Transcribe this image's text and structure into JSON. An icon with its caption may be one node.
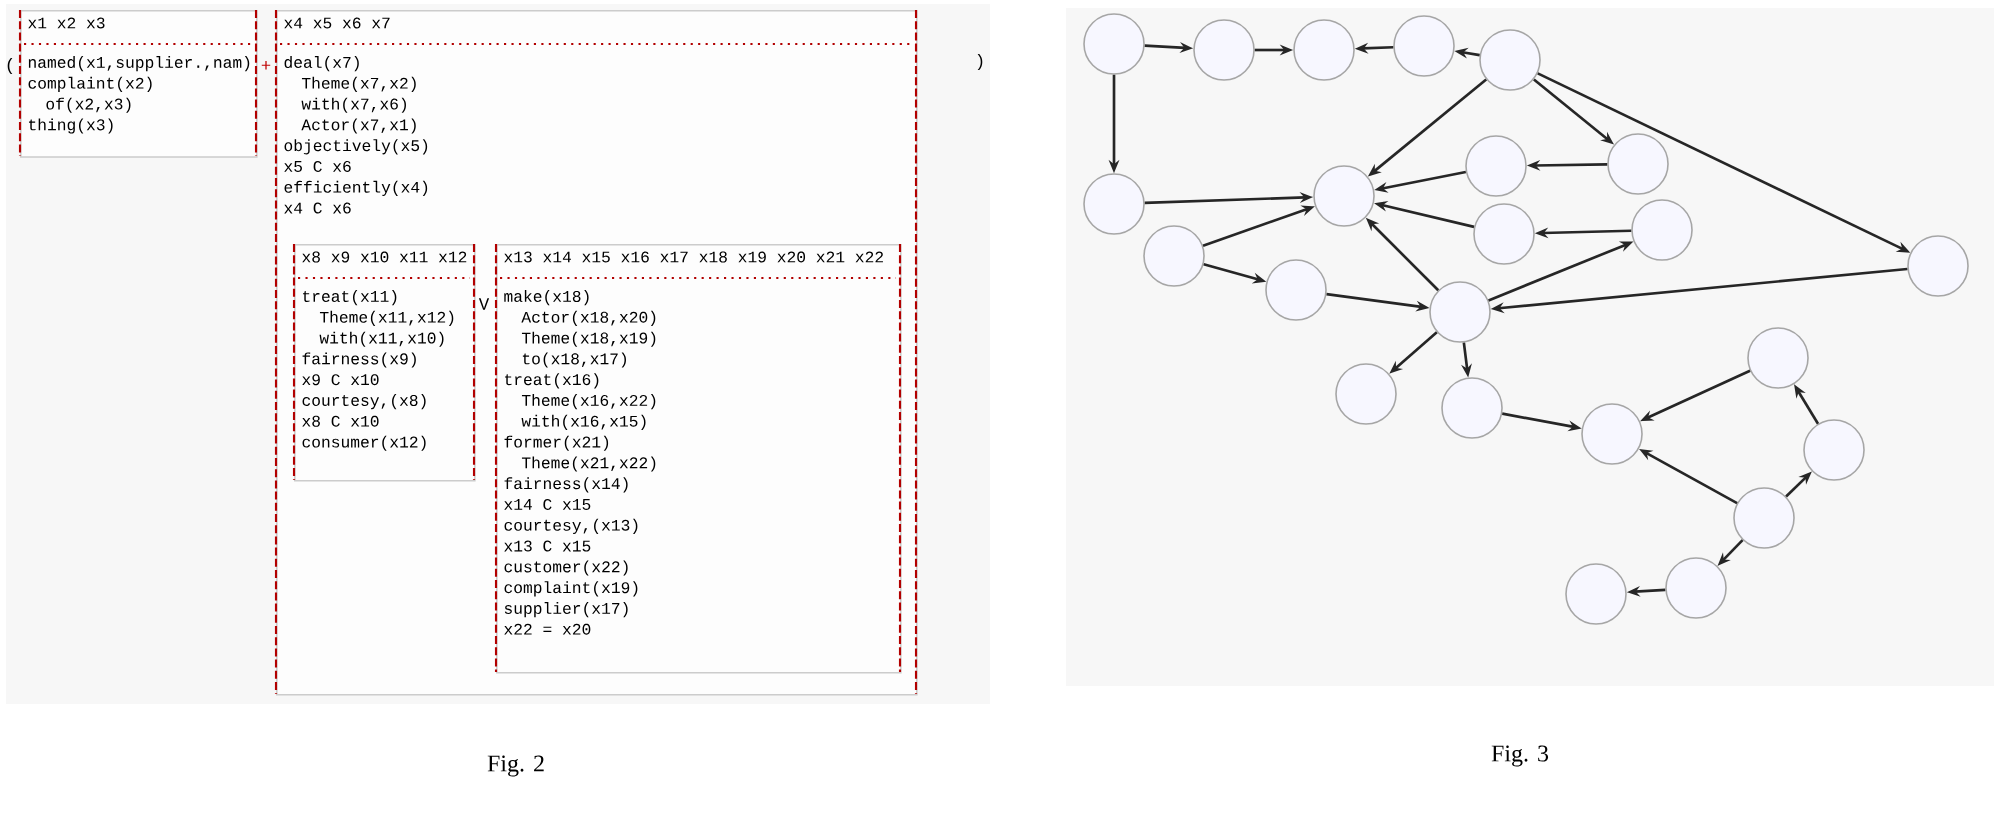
{
  "diagram": {
    "nodes": [
      {
        "text": [
          "x1 x2 x3",
          "named(x1,supplier.,nam)",
          "complaint(x2)",
          "of(x2,x3)",
          "thing(x3)"
        ]
      },
      {
        "text": [
          "x4 x5 x6 x7",
          "deal(x7)",
          "Theme(x7,x2)",
          "with(x7,x6)",
          "Actor(x7,x1)",
          "objectively(x5)",
          "x5 C x6",
          "efficiently(x4)",
          "x4 C x6"
        ]
      },
      {
        "text": [
          "x8 x9 x10 x11 x12",
          "treat(x11)",
          "Theme(x11,x12)",
          "with(x11,x10)",
          "fairness(x9)",
          "x9 C x10",
          "courtesy,(x8)",
          "x8 C x10",
          "consumer(x12)"
        ],
        "in": 1
      },
      {
        "text": [
          "x13 x14 x15 x16 x17 x18 x19 x20 x21 x22",
          "make(x18)",
          "Actor(x18,x20)",
          "Theme(x18,x19)",
          "to(x18,x17)",
          "treat(x16)",
          "Theme(x16,x22)",
          "with(x16,x15)",
          "former(x21)",
          "Theme(x21,x22)",
          "fairness(x14)",
          "x14 C x15",
          "courtesy,(x13)",
          "x13 C x15",
          "customer(x22)",
          "complaint(x19)",
          "supplier(x17)",
          "x22 = x20"
        ],
        "in": 1
      },
      {
        "text": [],
        "shape": "circle"
      },
      {
        "text": [],
        "shape": "circle"
      },
      {
        "text": [],
        "shape": "circle"
      },
      {
        "text": [],
        "shape": "circle"
      },
      {
        "text": [],
        "shape": "circle"
      },
      {
        "text": [],
        "shape": "circle"
      },
      {
        "text": [],
        "shape": "circle"
      },
      {
        "text": [],
        "shape": "circle"
      },
      {
        "text": [],
        "shape": "circle"
      },
      {
        "text": [],
        "shape": "circle"
      },
      {
        "text": [],
        "shape": "circle"
      },
      {
        "text": [],
        "shape": "circle"
      },
      {
        "text": [],
        "shape": "circle"
      },
      {
        "text": [],
        "shape": "circle"
      },
      {
        "text": [],
        "shape": "circle"
      },
      {
        "text": [],
        "shape": "circle"
      },
      {
        "text": [],
        "shape": "circle"
      },
      {
        "text": [],
        "shape": "circle"
      },
      {
        "text": [],
        "shape": "circle"
      },
      {
        "text": [],
        "shape": "circle"
      },
      {
        "text": [],
        "shape": "circle"
      },
      {
        "text": [],
        "shape": "circle"
      },
      {
        "text": [],
        "shape": "circle"
      }
    ],
    "edges": [
      {
        "from": 4,
        "to": 5,
        "arrow": "to"
      },
      {
        "from": 5,
        "to": 6,
        "arrow": "to"
      },
      {
        "from": 7,
        "to": 6,
        "arrow": "to"
      },
      {
        "from": 8,
        "to": 7,
        "arrow": "to"
      },
      {
        "from": 4,
        "to": 9,
        "arrow": "to"
      },
      {
        "from": 9,
        "to": 10,
        "arrow": "to"
      },
      {
        "from": 8,
        "to": 10,
        "arrow": "to"
      },
      {
        "from": 8,
        "to": 12,
        "arrow": "to"
      },
      {
        "from": 12,
        "to": 11,
        "arrow": "to"
      },
      {
        "from": 11,
        "to": 10,
        "arrow": "to"
      },
      {
        "from": 13,
        "to": 10,
        "arrow": "to"
      },
      {
        "from": 14,
        "to": 13,
        "arrow": "to"
      },
      {
        "from": 15,
        "to": 10,
        "arrow": "to"
      },
      {
        "from": 15,
        "to": 16,
        "arrow": "to"
      },
      {
        "from": 16,
        "to": 17,
        "arrow": "to"
      },
      {
        "from": 17,
        "to": 10,
        "arrow": "to"
      },
      {
        "from": 17,
        "to": 14,
        "arrow": "to"
      },
      {
        "from": 8,
        "to": 18,
        "arrow": "to"
      },
      {
        "from": 18,
        "to": 17,
        "arrow": "to"
      },
      {
        "from": 17,
        "to": 19,
        "arrow": "to"
      },
      {
        "from": 17,
        "to": 20,
        "arrow": "to"
      },
      {
        "from": 20,
        "to": 21,
        "arrow": "to"
      },
      {
        "from": 22,
        "to": 21,
        "arrow": "to"
      },
      {
        "from": 24,
        "to": 21,
        "arrow": "to"
      },
      {
        "from": 24,
        "to": 23,
        "arrow": "to"
      },
      {
        "from": 23,
        "to": 22,
        "arrow": "to"
      },
      {
        "from": 24,
        "to": 25,
        "arrow": "to"
      },
      {
        "from": 25,
        "to": 26,
        "arrow": "to"
      }
    ],
    "labels": [
      "(",
      "+",
      ")",
      "V",
      "Fig. 2",
      "Fig. 3"
    ]
  }
}
